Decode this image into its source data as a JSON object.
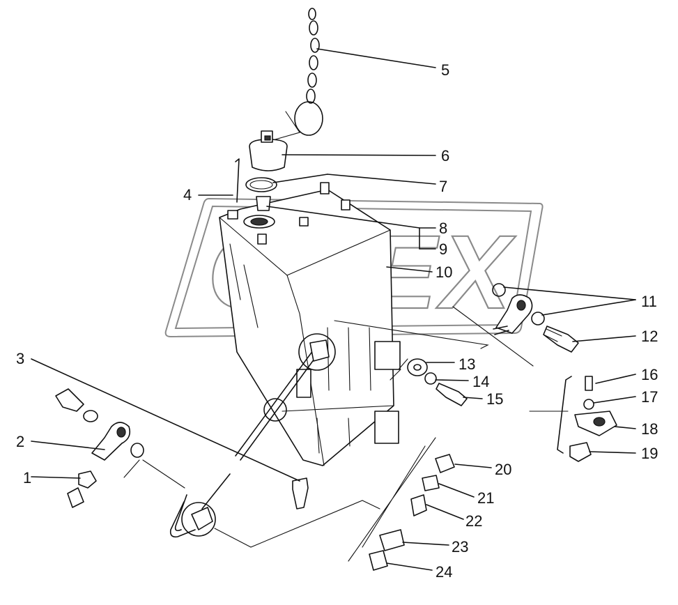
{
  "diagram": {
    "watermark": {
      "text": "OPEX"
    },
    "callouts": [
      {
        "id": "callout-1",
        "label": "1"
      },
      {
        "id": "callout-2",
        "label": "2"
      },
      {
        "id": "callout-3",
        "label": "3"
      },
      {
        "id": "callout-4",
        "label": "4"
      },
      {
        "id": "callout-5",
        "label": "5"
      },
      {
        "id": "callout-6",
        "label": "6"
      },
      {
        "id": "callout-7",
        "label": "7"
      },
      {
        "id": "callout-8",
        "label": "8"
      },
      {
        "id": "callout-9",
        "label": "9"
      },
      {
        "id": "callout-10",
        "label": "10"
      },
      {
        "id": "callout-11",
        "label": "11"
      },
      {
        "id": "callout-12",
        "label": "12"
      },
      {
        "id": "callout-13",
        "label": "13"
      },
      {
        "id": "callout-14",
        "label": "14"
      },
      {
        "id": "callout-15",
        "label": "15"
      },
      {
        "id": "callout-16",
        "label": "16"
      },
      {
        "id": "callout-17",
        "label": "17"
      },
      {
        "id": "callout-18",
        "label": "18"
      },
      {
        "id": "callout-19",
        "label": "19"
      },
      {
        "id": "callout-20",
        "label": "20"
      },
      {
        "id": "callout-21",
        "label": "21"
      },
      {
        "id": "callout-22",
        "label": "22"
      },
      {
        "id": "callout-23",
        "label": "23"
      },
      {
        "id": "callout-24",
        "label": "24"
      }
    ]
  }
}
